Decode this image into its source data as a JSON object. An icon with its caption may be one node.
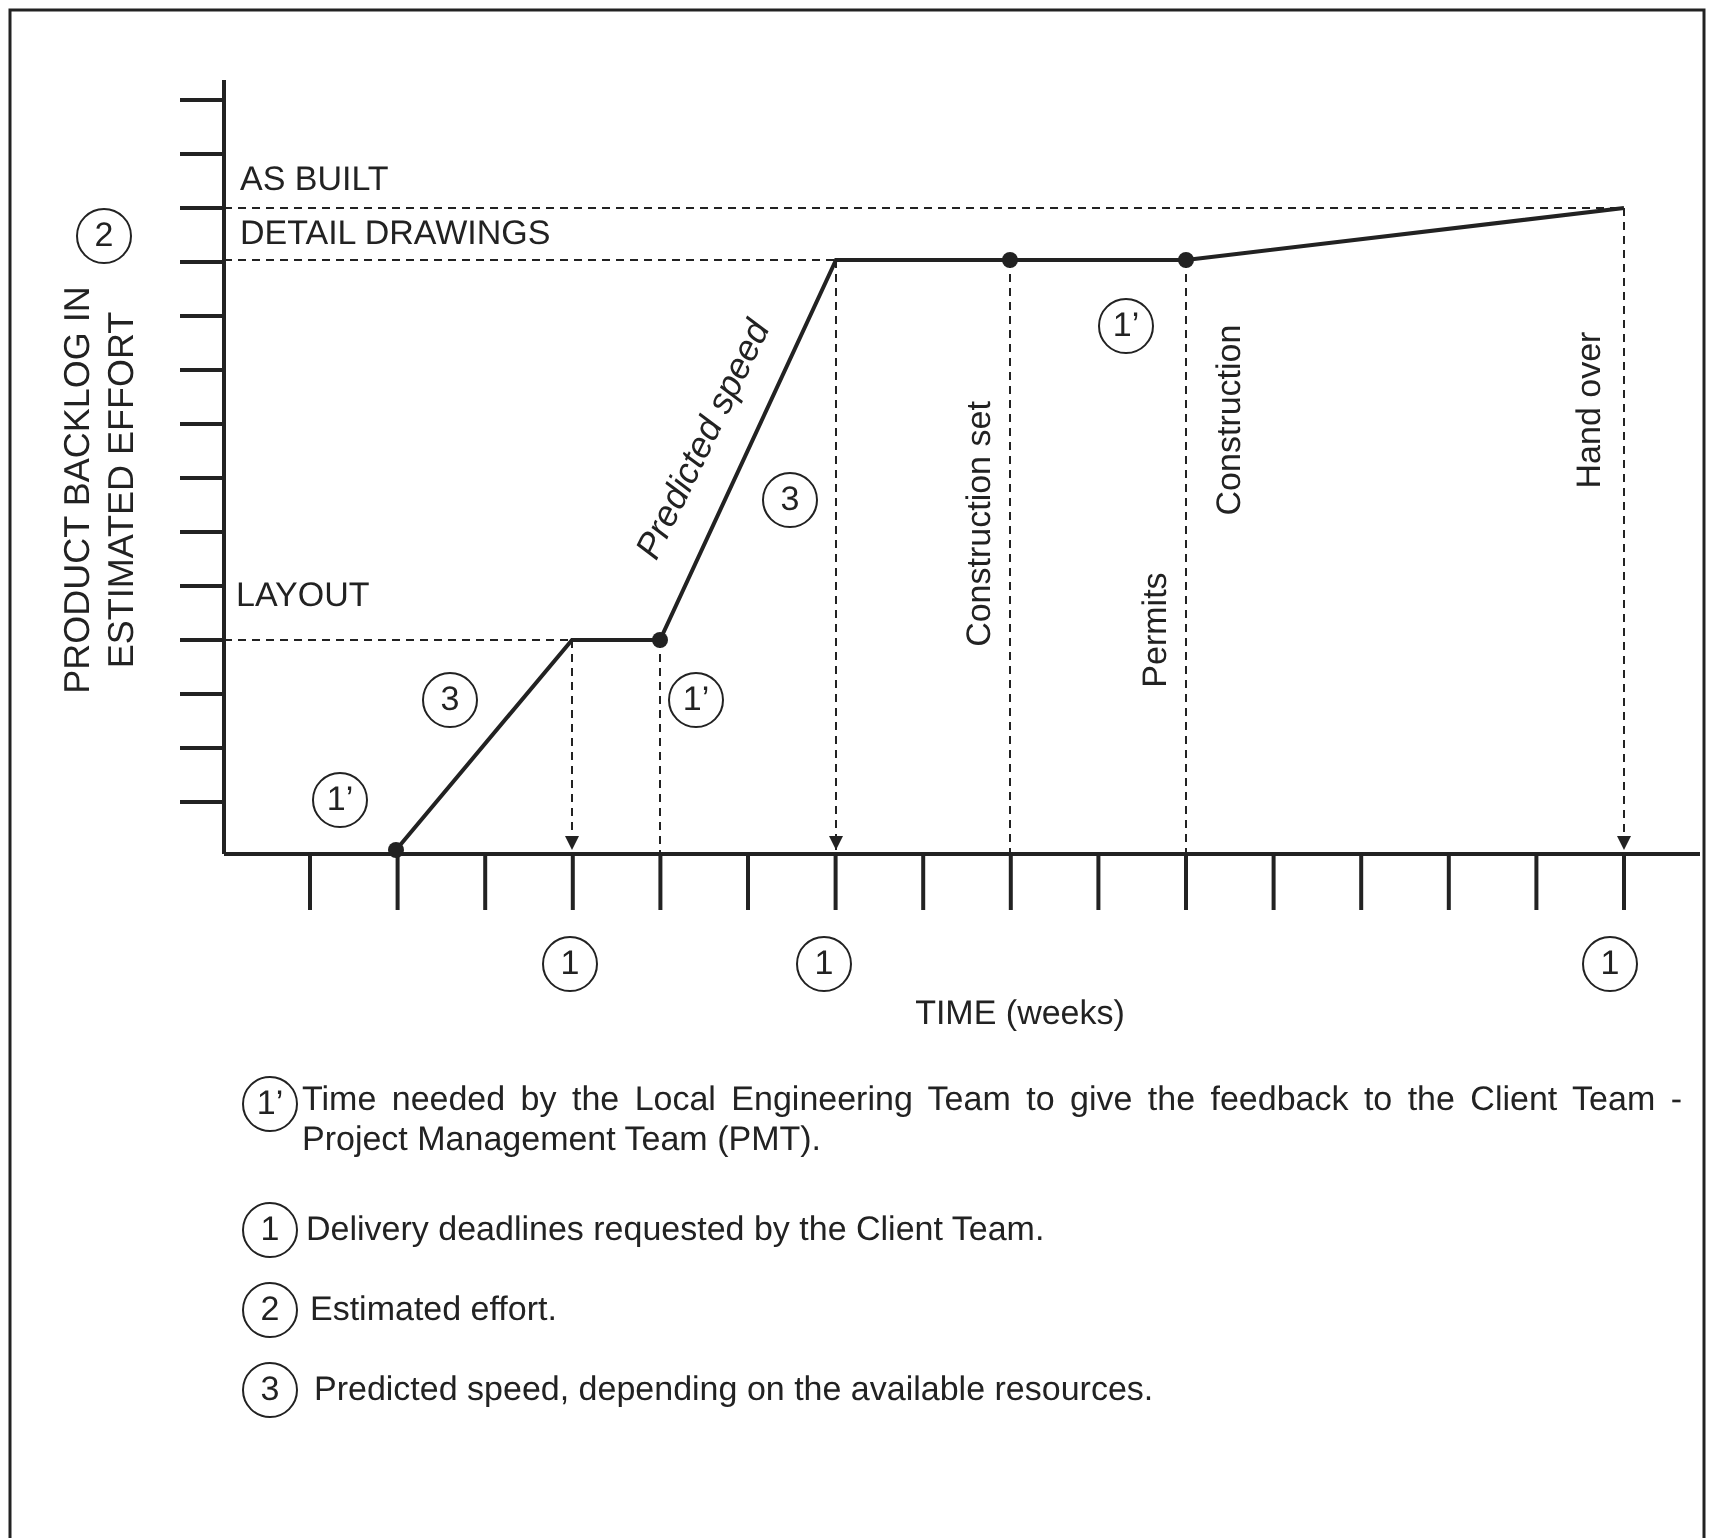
{
  "diagram": {
    "labels": [
      "AS BUILT",
      "2",
      "DETAIL DRAWINGS",
      "1’",
      "Predicted speed",
      "PRODUCT BACKLOG IN ESTIMATED EFFORT",
      "3",
      "Construction set",
      "Permits",
      "Construction",
      "Hand over",
      "LAYOUT",
      "3",
      "1’",
      "1’",
      "1",
      "1",
      "1",
      "TIME (weeks)",
      "1’",
      "Time needed by the Local Engineering Team to give the feedback to the Client Team - Project Management Team (PMT).",
      "1",
      "Delivery deadlines requested by the Client Team.",
      "2",
      "Estimated effort.",
      "3",
      "Predicted speed, depending on the available resources."
    ]
  }
}
